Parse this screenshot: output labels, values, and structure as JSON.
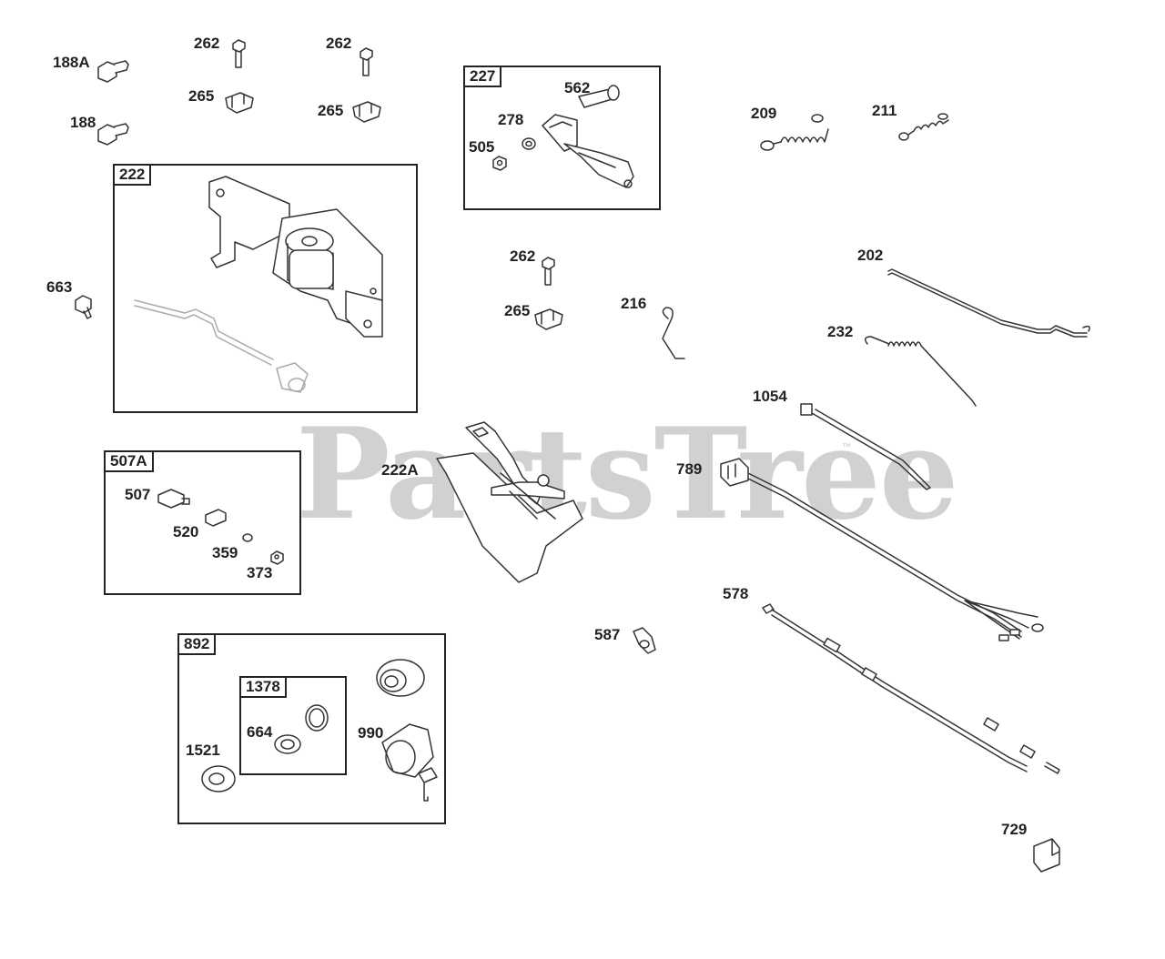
{
  "watermark": "PartsTree",
  "trademark": "™",
  "boxes": {
    "b222": "222",
    "b227": "227",
    "b507A": "507A",
    "b892": "892",
    "b1378": "1378"
  },
  "labels": {
    "l188A": "188A",
    "l188": "188",
    "l262a": "262",
    "l262b": "262",
    "l262c": "262",
    "l265a": "265",
    "l265b": "265",
    "l265c": "265",
    "l663": "663",
    "l562": "562",
    "l278": "278",
    "l505": "505",
    "l209": "209",
    "l211": "211",
    "l202": "202",
    "l216": "216",
    "l232": "232",
    "l1054": "1054",
    "l222A": "222A",
    "l789": "789",
    "l507": "507",
    "l520": "520",
    "l359": "359",
    "l373": "373",
    "l578": "578",
    "l587": "587",
    "l664": "664",
    "l990": "990",
    "l1521": "1521",
    "l729": "729"
  }
}
